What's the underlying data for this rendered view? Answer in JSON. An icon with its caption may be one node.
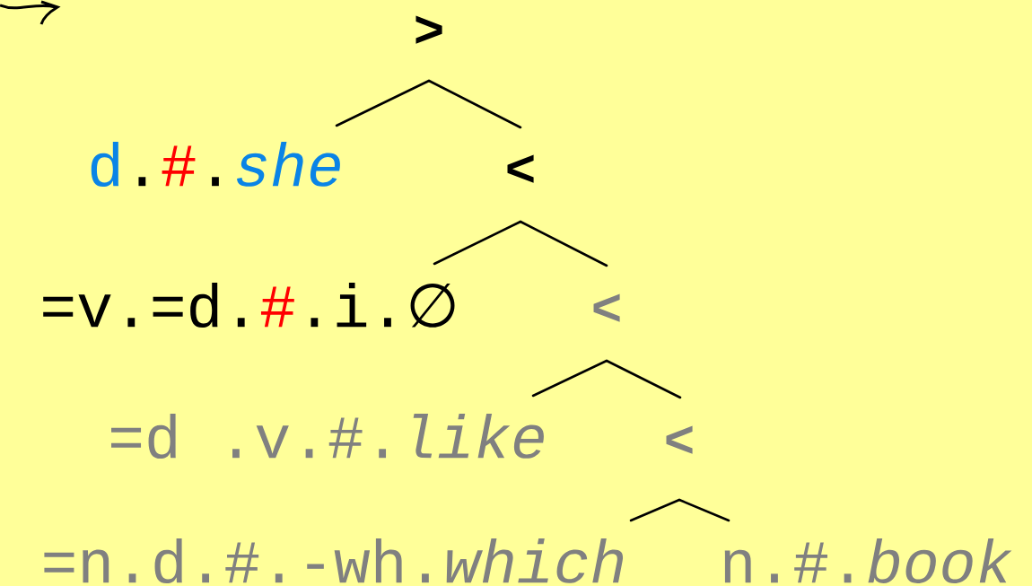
{
  "diagram": {
    "nodes": [
      {
        "text": [
          ">"
        ]
      },
      {
        "text": [
          "d",
          ".",
          "#",
          ".",
          "*she*"
        ]
      },
      {
        "text": [
          "<"
        ]
      },
      {
        "text": [
          "=v.=d.",
          "#",
          ".i.",
          "∅"
        ]
      },
      {
        "text": [
          "<"
        ]
      },
      {
        "text": [
          "=d .v.#.*like*"
        ]
      },
      {
        "text": [
          "<"
        ]
      },
      {
        "text": [
          "=n.d.#.-wh.*which*"
        ]
      },
      {
        "text": [
          "n.#.*book*"
        ]
      }
    ],
    "edges": [
      {
        "from": 0,
        "to": 1,
        "arrow": "none"
      },
      {
        "from": 0,
        "to": 2,
        "arrow": "none"
      },
      {
        "from": 2,
        "to": 3,
        "arrow": "none"
      },
      {
        "from": 2,
        "to": 4,
        "arrow": "none"
      },
      {
        "from": 4,
        "to": 5,
        "arrow": "none"
      },
      {
        "from": 4,
        "to": 6,
        "arrow": "none"
      },
      {
        "from": 6,
        "to": 7,
        "arrow": "none"
      },
      {
        "from": 6,
        "to": 8,
        "arrow": "none"
      }
    ]
  }
}
